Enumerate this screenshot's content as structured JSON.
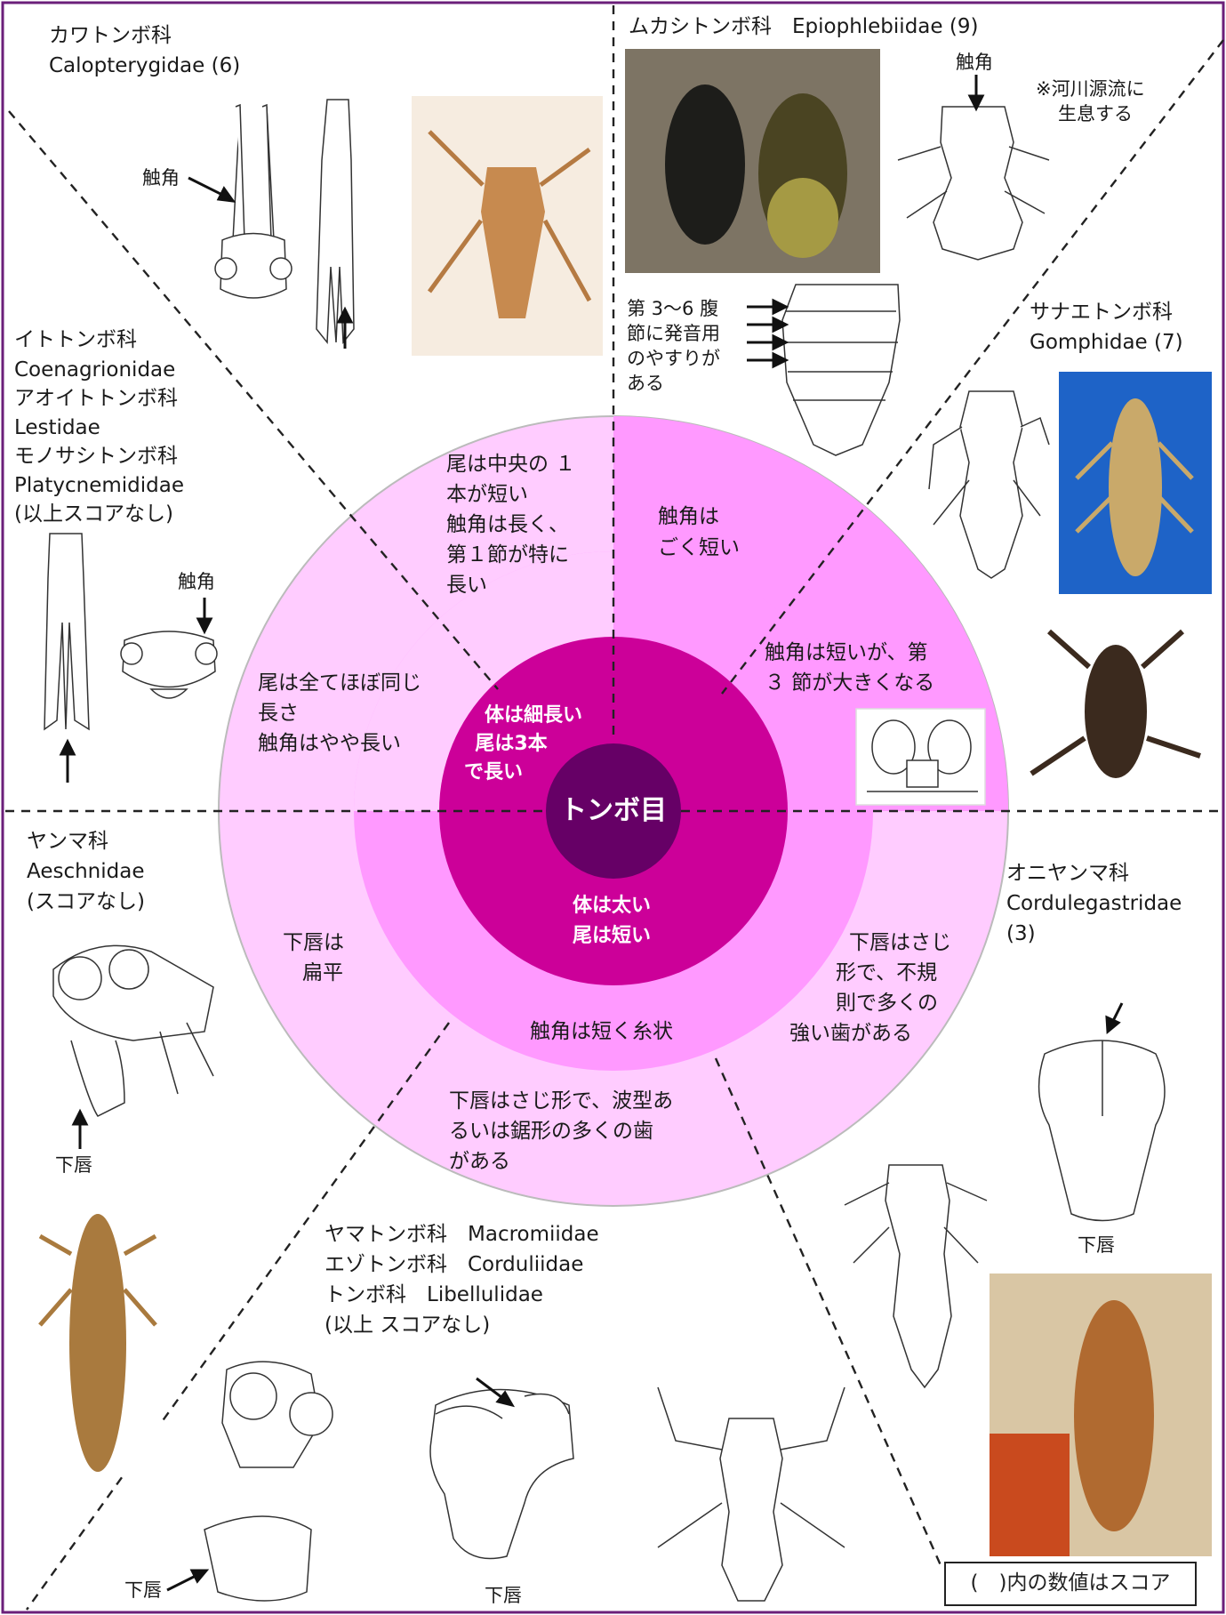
{
  "center": {
    "order": "トンボ目",
    "top_rule_1": "体は細長い",
    "top_rule_2": "尾は3本",
    "top_rule_3": "で長い",
    "bottom_rule_1": "体は太い",
    "bottom_rule_2": "尾は短い"
  },
  "ring_labels": {
    "upper_left": [
      "尾は全てほぼ同じ",
      "長さ",
      "触角はやや長い"
    ],
    "upper_middle": [
      "尾は中央の １",
      "本が短い",
      "触角は長く、",
      "第１節が特に",
      "長い"
    ],
    "upper_right_a": [
      "触角は",
      "ごく短い"
    ],
    "upper_right_b": [
      "触角は短いが、第",
      "３ 節が大きくなる"
    ],
    "inner_bottom": "触角は短く糸状",
    "lower_left": [
      "下唇は",
      "扁平"
    ],
    "lower_right": [
      "下唇はさじ",
      "形で、不規",
      "則で多くの",
      "強い歯がある"
    ],
    "lower_middle": [
      "下唇はさじ形で、波型あ",
      "るいは鋸形の多くの歯",
      "がある"
    ]
  },
  "families": {
    "calopterygidae": [
      "カワトンボ科",
      "Calopterygidae (6)"
    ],
    "epiophlebiidae": "ムカシトンボ科　Epiophlebiidae (9)",
    "epiophlebiidae_note": [
      "※河川源流に",
      "生息する"
    ],
    "epiophlebiidae_sound": [
      "第 3〜6 腹",
      "節に発音用",
      "のやすりが",
      "ある"
    ],
    "gomphidae": [
      "サナエトンボ科",
      "Gomphidae (7)"
    ],
    "coenagrionidae": [
      "イトトンボ科",
      "Coenagrionidae",
      "アオイトトンボ科",
      "Lestidae",
      "モノサシトンボ科",
      "Platycnemididae",
      "(以上スコアなし)"
    ],
    "aeschnidae": [
      "ヤンマ科",
      "Aeschnidae",
      "(スコアなし)"
    ],
    "cordulegastridae": [
      "オニヤンマ科",
      "Cordulegastridae",
      "(3)"
    ],
    "libellulidae": [
      "ヤマトンボ科　Macromiidae",
      "エゾトンボ科　Corduliidae",
      "トンボ科　Libellulidae",
      "(以上 スコアなし)"
    ]
  },
  "labels": {
    "antenna": "触角",
    "lower_lip": "下唇"
  },
  "score_note": "(　)内の数値はスコア",
  "colors": {
    "border": "#6b1f7a",
    "outer_ring": "#ffccff",
    "outer_ring_upper_right": "#ff99ff",
    "middle_ring": "#ff99ff",
    "inner_disc": "#cc0099",
    "core": "#660066"
  }
}
